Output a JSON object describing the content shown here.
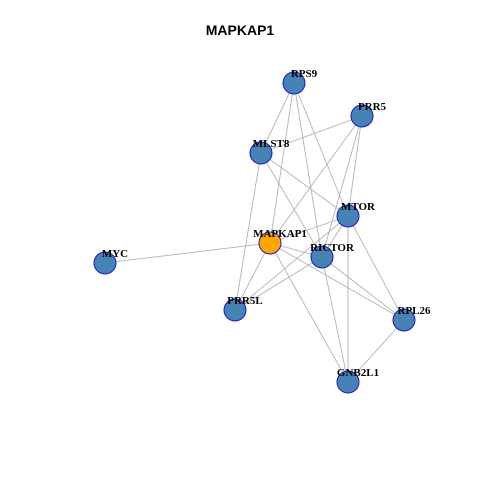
{
  "title": "MAPKAP1",
  "colors": {
    "center": "#FFA500",
    "neighbor": "#4682B4",
    "node_border": "#1A1ACC",
    "edge": "#B3B3B3"
  },
  "nodes": [
    {
      "id": "RPS9",
      "label": "RPS9",
      "center": false
    },
    {
      "id": "PRR5",
      "label": "PRR5",
      "center": false
    },
    {
      "id": "MLST8",
      "label": "MLST8",
      "center": false
    },
    {
      "id": "MTOR",
      "label": "MTOR",
      "center": false
    },
    {
      "id": "MAPKAP1",
      "label": "MAPKAP1",
      "center": true
    },
    {
      "id": "RICTOR",
      "label": "RICTOR",
      "center": false
    },
    {
      "id": "MYC",
      "label": "MYC",
      "center": false
    },
    {
      "id": "PRR5L",
      "label": "PRR5L",
      "center": false
    },
    {
      "id": "RPL26",
      "label": "RPL26",
      "center": false
    },
    {
      "id": "GNB2L1",
      "label": "GNB2L1",
      "center": false
    }
  ],
  "edges": [
    [
      "RPS9",
      "MLST8"
    ],
    [
      "RPS9",
      "MAPKAP1"
    ],
    [
      "RPS9",
      "MTOR"
    ],
    [
      "RPS9",
      "RICTOR"
    ],
    [
      "PRR5",
      "MLST8"
    ],
    [
      "PRR5",
      "MAPKAP1"
    ],
    [
      "PRR5",
      "MTOR"
    ],
    [
      "PRR5",
      "RICTOR"
    ],
    [
      "MLST8",
      "MTOR"
    ],
    [
      "MLST8",
      "RICTOR"
    ],
    [
      "MLST8",
      "PRR5L"
    ],
    [
      "MTOR",
      "MAPKAP1"
    ],
    [
      "MTOR",
      "RICTOR"
    ],
    [
      "MTOR",
      "PRR5L"
    ],
    [
      "MTOR",
      "RPL26"
    ],
    [
      "MTOR",
      "GNB2L1"
    ],
    [
      "MAPKAP1",
      "MYC"
    ],
    [
      "MAPKAP1",
      "RICTOR"
    ],
    [
      "MAPKAP1",
      "PRR5L"
    ],
    [
      "MAPKAP1",
      "RPL26"
    ],
    [
      "MAPKAP1",
      "GNB2L1"
    ],
    [
      "RICTOR",
      "PRR5L"
    ],
    [
      "RICTOR",
      "RPL26"
    ],
    [
      "RICTOR",
      "GNB2L1"
    ],
    [
      "RPL26",
      "GNB2L1"
    ]
  ]
}
